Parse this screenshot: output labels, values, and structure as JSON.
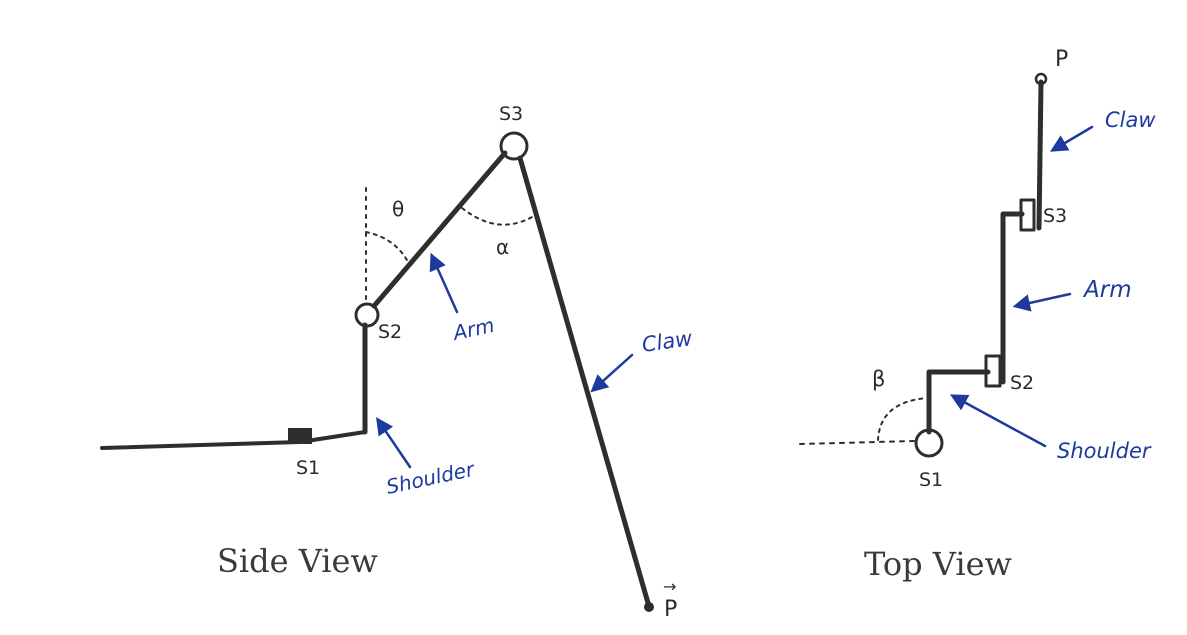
{
  "side_view": {
    "caption": "Side View",
    "servo_s1": "S1",
    "servo_s2": "S2",
    "servo_s3": "S3",
    "angle_theta": "θ",
    "angle_alpha": "α",
    "label_arm": "Arm",
    "label_claw": "Claw",
    "label_shoulder": "Shoulder",
    "point_p": "P",
    "point_p_arrow": "→"
  },
  "top_view": {
    "caption": "Top View",
    "servo_s1": "S1",
    "servo_s2": "S2",
    "servo_s3": "S3",
    "angle_beta": "β",
    "label_arm": "Arm",
    "label_claw": "Claw",
    "label_shoulder": "Shoulder",
    "point_p": "P"
  },
  "colors": {
    "ink": "#2e2e2e",
    "annotation": "#1f3a9e"
  }
}
